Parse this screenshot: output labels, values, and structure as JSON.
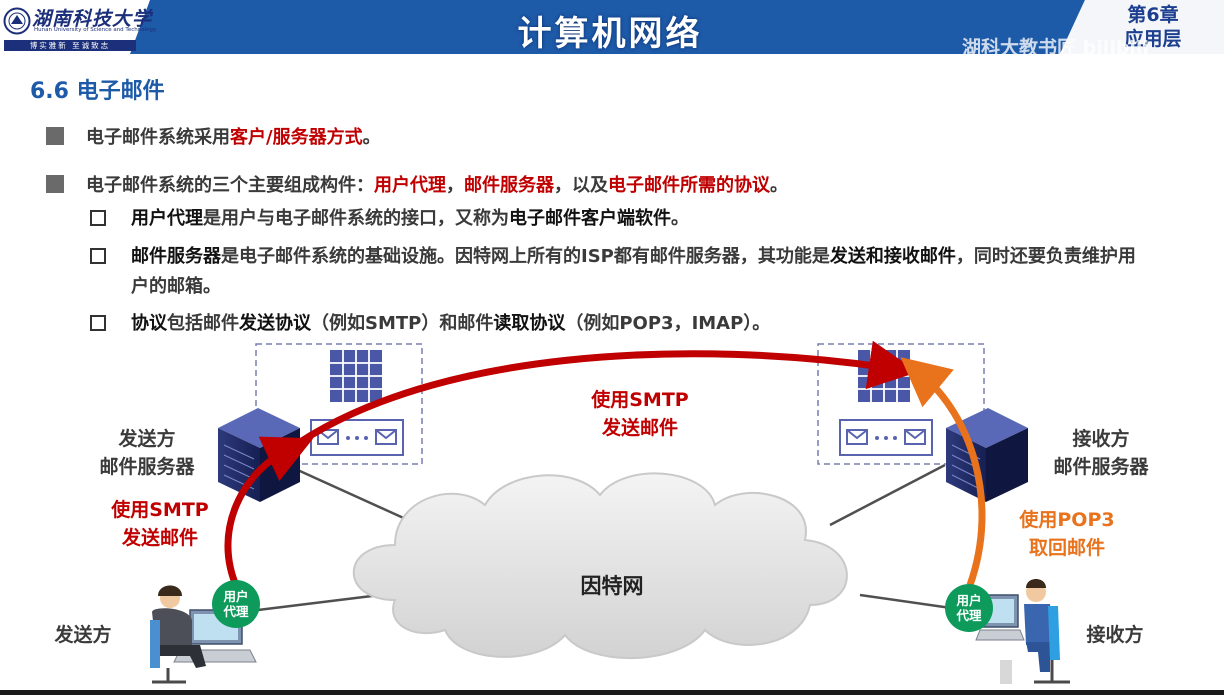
{
  "header": {
    "university_name": "湖南科技大学",
    "university_en": "Hunan University of Science and Technology",
    "motto": "博实雅新  至诚致志",
    "course_title": "计算机网络",
    "chapter_line1": "第6章",
    "chapter_line2": "应用层",
    "watermark": "湖科大教书匠 bilibili",
    "colors": {
      "header_blue": "#1d5aa8",
      "title_red": "#c00000",
      "pop3_orange": "#e8731c",
      "agent_green": "#0d9a5b"
    }
  },
  "section": {
    "title": "6.6 电子邮件"
  },
  "bullets": [
    {
      "parts": [
        {
          "text": "电子邮件系统采用",
          "style": "normal"
        },
        {
          "text": "客户/服务器方式",
          "style": "red"
        },
        {
          "text": "。",
          "style": "normal"
        }
      ]
    },
    {
      "parts": [
        {
          "text": "电子邮件系统的三个主要组成构件：",
          "style": "normal"
        },
        {
          "text": "用户代理",
          "style": "red"
        },
        {
          "text": "，",
          "style": "normal"
        },
        {
          "text": "邮件服务器",
          "style": "red"
        },
        {
          "text": "，以及",
          "style": "normal"
        },
        {
          "text": "电子邮件所需的协议",
          "style": "red"
        },
        {
          "text": "。",
          "style": "normal"
        }
      ]
    }
  ],
  "sub_bullets": [
    {
      "parts": [
        {
          "text": "用户代理",
          "style": "black"
        },
        {
          "text": "是用户与电子邮件系统的接口，又称为",
          "style": "normal"
        },
        {
          "text": "电子邮件客户端软件",
          "style": "black"
        },
        {
          "text": "。",
          "style": "normal"
        }
      ]
    },
    {
      "parts": [
        {
          "text": "邮件服务器",
          "style": "black"
        },
        {
          "text": "是电子邮件系统的基础设施。因特网上所有的ISP都有邮件服务器，其功能是",
          "style": "normal"
        },
        {
          "text": "发送和接收邮件",
          "style": "black"
        },
        {
          "text": "，同时还要负责维护用户的邮箱。",
          "style": "normal"
        }
      ]
    },
    {
      "parts": [
        {
          "text": "协议",
          "style": "black"
        },
        {
          "text": "包括邮件",
          "style": "normal"
        },
        {
          "text": "发送协议",
          "style": "black"
        },
        {
          "text": "（例如SMTP）和邮件",
          "style": "normal"
        },
        {
          "text": "读取协议",
          "style": "black"
        },
        {
          "text": "（例如POP3，IMAP）。",
          "style": "normal"
        }
      ]
    }
  ],
  "diagram": {
    "sender_server_line1": "发送方",
    "sender_server_line2": "邮件服务器",
    "receiver_server_line1": "接收方",
    "receiver_server_line2": "邮件服务器",
    "smtp_mid_line1": "使用SMTP",
    "smtp_mid_line2": "发送邮件",
    "smtp_left_line1": "使用SMTP",
    "smtp_left_line2": "发送邮件",
    "pop3_line1": "使用POP3",
    "pop3_line2": "取回邮件",
    "internet": "因特网",
    "sender": "发送方",
    "receiver": "接收方",
    "user_agent_line1": "用户",
    "user_agent_line2": "代理",
    "icons": [
      "mailbox-grid-icon",
      "envelope-icon",
      "server-icon",
      "person-computer-icon",
      "cloud-icon"
    ]
  }
}
